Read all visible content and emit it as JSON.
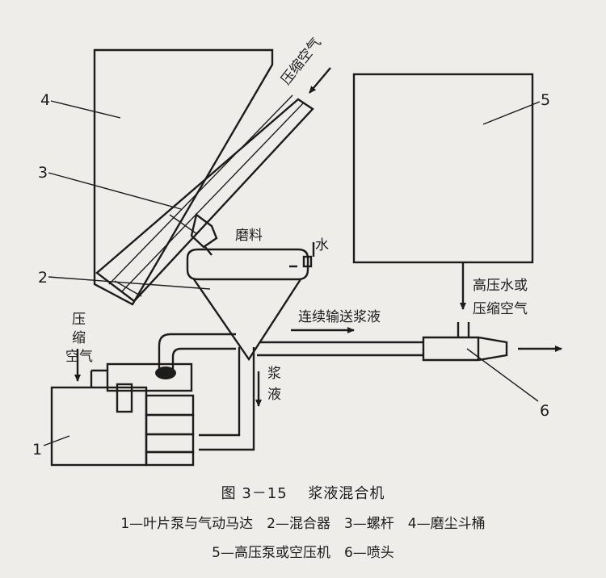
{
  "labels": {
    "compressed_air_top": "压缩空气",
    "abrasive": "磨料",
    "water": "水",
    "hp_water_or_air_1": "高压水或",
    "hp_water_or_air_2": "压缩空气",
    "compressed_air_left_1": "压",
    "compressed_air_left_2": "缩",
    "compressed_air_left_3": "空气",
    "continuous_slurry": "连续输送浆液",
    "slurry_1": "浆",
    "slurry_2": "液"
  },
  "numbers": {
    "n1": "1",
    "n2": "2",
    "n3": "3",
    "n4": "4",
    "n5": "5",
    "n6": "6"
  },
  "caption": {
    "title": "图 3－15　 浆液混合机",
    "line1": "1—叶片泵与气动马达　2—混合器　3—螺杆　4—磨尘斗桶",
    "line2": "5—高压泵或空压机　6—喷头"
  }
}
